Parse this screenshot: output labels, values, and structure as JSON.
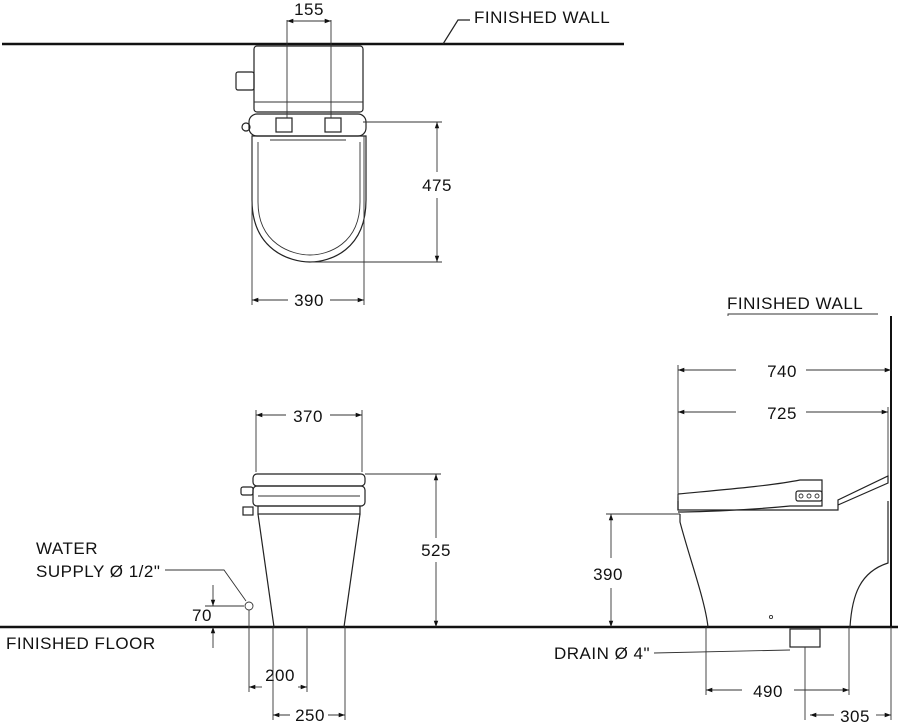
{
  "labels": {
    "finished_wall_top": "FINISHED  WALL",
    "finished_wall_right": "FINISHED  WALL",
    "finished_floor": "FINISHED  FLOOR",
    "water_supply_line1": "WATER",
    "water_supply_line2": "SUPPLY Ø 1/2\"",
    "drain": "DRAIN Ø 4\""
  },
  "dimensions": {
    "top_155": "155",
    "top_475": "475",
    "top_390": "390",
    "front_370": "370",
    "front_525": "525",
    "front_70": "70",
    "front_200": "200",
    "front_250": "250",
    "side_740": "740",
    "side_725": "725",
    "side_390": "390",
    "side_490": "490",
    "side_305": "305"
  }
}
